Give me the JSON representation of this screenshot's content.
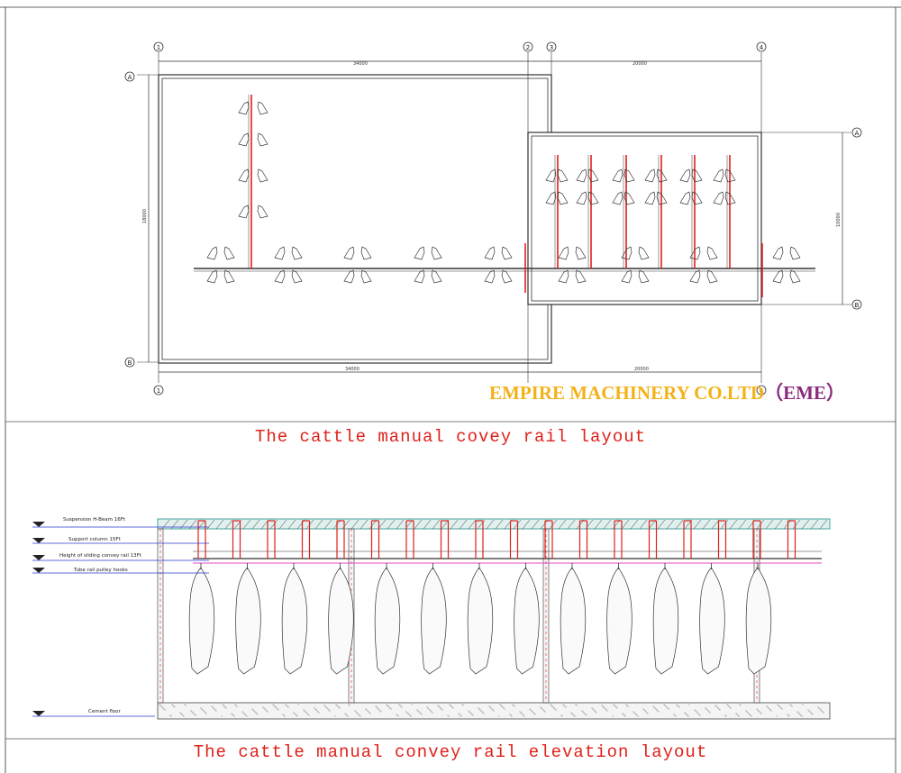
{
  "plan": {
    "title": "The cattle manual covey rail layout",
    "axes_top": [
      "1",
      "2",
      "3",
      "4"
    ],
    "axes_bottom": [
      "1",
      "4"
    ],
    "axes_left": [
      "A",
      "B"
    ],
    "axes_right": [
      "A",
      "B"
    ],
    "dim_top_left": "34000",
    "dim_top_right": "20000",
    "dim_bottom_left": "34000",
    "dim_bottom_right": "20000",
    "dim_left": "18000",
    "dim_right": "10000"
  },
  "brand": {
    "company": "EMPIRE MACHINERY CO.LTD",
    "abbr": "（EME）"
  },
  "elevation": {
    "title": "The cattle manual convey rail elevation layout",
    "levels": [
      {
        "label": "Suspension H-Beam 16Ft"
      },
      {
        "label": "Support column 15Ft"
      },
      {
        "label": "Height of sliding convey rail 13Ft"
      },
      {
        "label": "Tube rail pulley hooks"
      },
      {
        "label": "Cement floor"
      }
    ]
  },
  "colors": {
    "rail_red": "#e0201a",
    "beam_teal": "#4aa5a0",
    "pink_line": "#e04ac0",
    "blue_leader": "#2a3ad0",
    "brand_gold": "#f2b21a",
    "brand_purple": "#8a2a7c"
  }
}
